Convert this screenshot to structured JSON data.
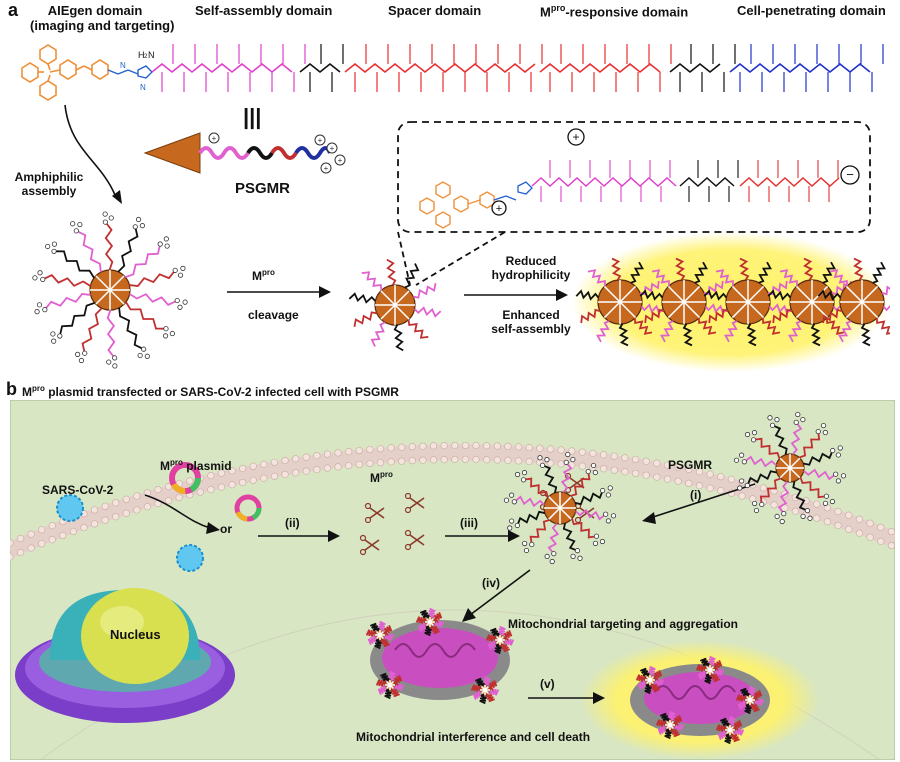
{
  "panel_a": {
    "letter": "a",
    "domains": {
      "aie_line1": "AIEgen domain",
      "aie_line2": "(imaging and targeting)",
      "self_assembly": "Self-assembly domain",
      "spacer": "Spacer domain",
      "mpro_resp": "M",
      "mpro_resp_sup": "pro",
      "mpro_resp_rest": "-responsive domain",
      "cell_pen": "Cell-penetrating domain"
    },
    "psgmr": "PSGMR",
    "equiv": "|||",
    "amph_line1": "Amphiphilic",
    "amph_line2": "assembly",
    "mpro_arrow_label": "M",
    "mpro_arrow_sup": "pro",
    "cleavage": "cleavage",
    "reduced_line1": "Reduced",
    "reduced_line2": "hydrophilicity",
    "enhanced_line1": "Enhanced",
    "enhanced_line2": "self-assembly"
  },
  "panel_b": {
    "letter": "b",
    "title_pre": "M",
    "title_sup": "pro",
    "title_rest": " plasmid transfected or SARS-CoV-2 infected cell with  PSGMR",
    "mpro_plasmid": "M",
    "mpro_plasmid_sup": "pro",
    "mpro_plasmid_rest": " plasmid",
    "sars": "SARS-CoV-2",
    "or": "or",
    "mpro": "M",
    "mpro_sup": "pro",
    "psgmr": "PSGMR",
    "step_i": "(i)",
    "step_ii": "(ii)",
    "step_iii": "(iii)",
    "step_iv": "(iv)",
    "step_v": "(v)",
    "nucleus": "Nucleus",
    "mito_target": "Mitochondrial targeting and aggregation",
    "mito_death": "Mitochondrial interference and cell death"
  },
  "colors": {
    "aie": "#f0903a",
    "self_assembly": "#e040c8",
    "spacer": "#e83030",
    "mpro_domain": "#e83030",
    "cell_pen": "#2030c8",
    "cell_bg": "#d8e6c4",
    "nucleus": "#d8e050",
    "glow": "#fff26a"
  }
}
